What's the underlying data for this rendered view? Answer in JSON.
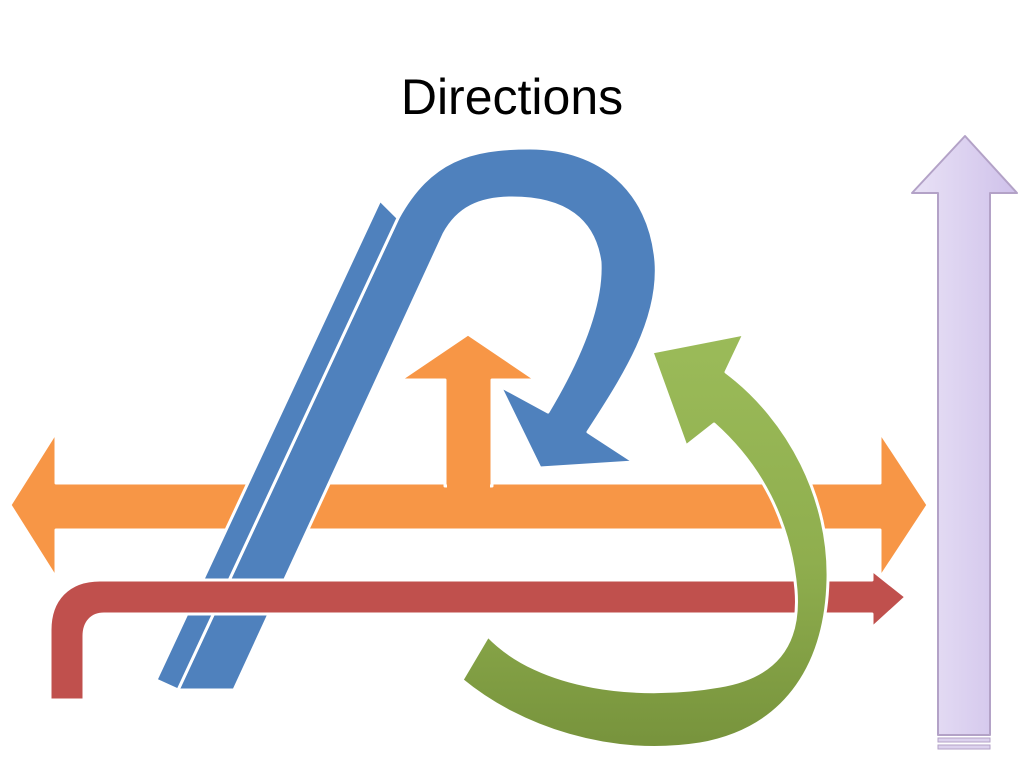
{
  "slide": {
    "title": "Directions"
  },
  "colors": {
    "orange": "#F79646",
    "blue": "#4F81BD",
    "red": "#C0504D",
    "green_light": "#9BBB59",
    "green_dark": "#77933C",
    "lavender": "#DCD2EE",
    "lavender_stroke": "#B3A2C7",
    "outline": "#FFFFFF"
  },
  "shapes": [
    {
      "name": "left-right-arrow",
      "kind": "double-headed horizontal arrow",
      "color": "orange"
    },
    {
      "name": "up-branch-arrow",
      "kind": "upward arrow joined to the horizontal arrow",
      "color": "orange"
    },
    {
      "name": "u-turn-arrow",
      "kind": "curved U-turn arrow",
      "color": "blue"
    },
    {
      "name": "bent-arrow",
      "kind": "bent arrow pointing right",
      "color": "red"
    },
    {
      "name": "circular-arrow",
      "kind": "curved circular arrow",
      "color": "green_light"
    },
    {
      "name": "up-arrow",
      "kind": "tall upward arrow",
      "color": "lavender"
    }
  ]
}
